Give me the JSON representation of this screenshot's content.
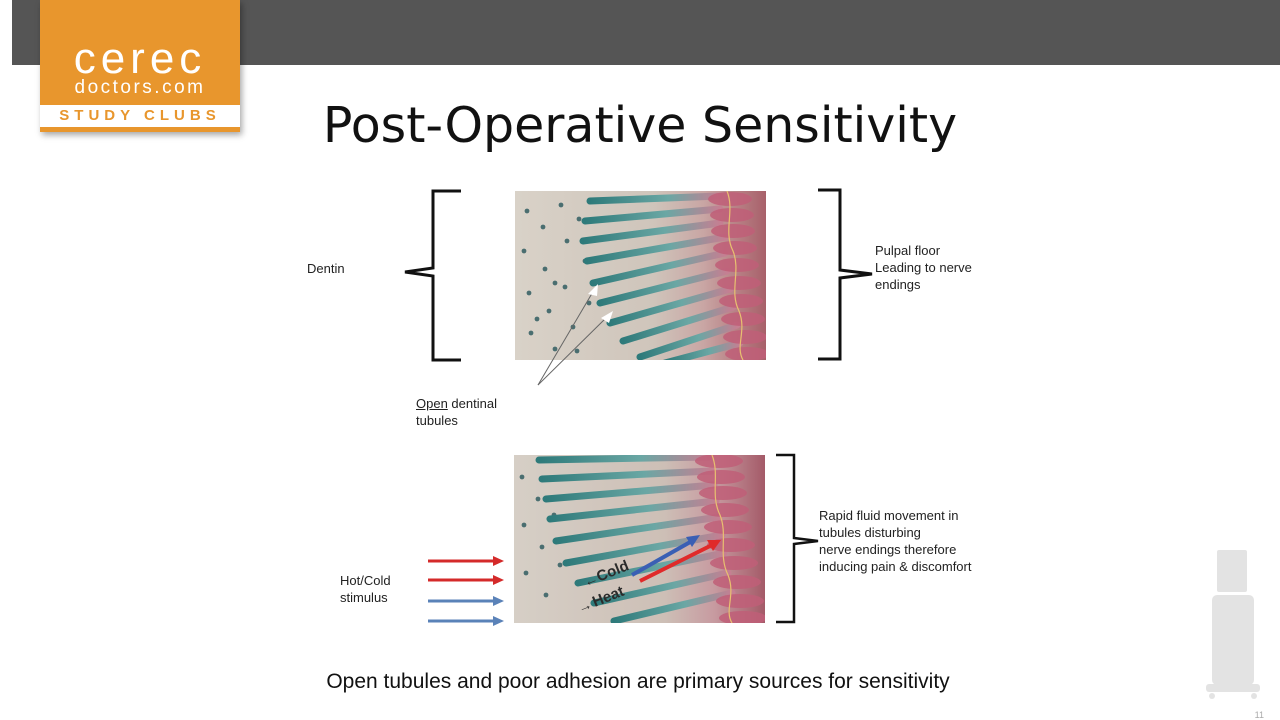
{
  "logo": {
    "line1": "cerec",
    "line2": "doctors.com",
    "line3": "STUDY CLUBS"
  },
  "title": "Post-Operative Sensitivity",
  "labels": {
    "dentin": "Dentin",
    "pulpal_floor_1": "Pulpal floor",
    "pulpal_floor_2": "Leading to nerve",
    "pulpal_floor_3": "endings",
    "open_underlined": "Open",
    "open_rest": " dentinal",
    "open_line2": "tubules",
    "stimulus_1": "Hot/Cold",
    "stimulus_2": "stimulus",
    "rapid_1": "Rapid fluid movement in",
    "rapid_2": "tubules disturbing",
    "rapid_3": "nerve endings therefore",
    "rapid_4": "inducing pain & discomfort"
  },
  "figure_labels": {
    "cold": "Cold",
    "heat": "Heat"
  },
  "bottom_text": "Open tubules and poor adhesion are primary sources for sensitivity",
  "page_number": "11",
  "colors": {
    "topbar": "#555555",
    "logo_orange": "#e8962d",
    "hot_arrow": "#d42a2a",
    "cold_arrow": "#5a82b8"
  }
}
